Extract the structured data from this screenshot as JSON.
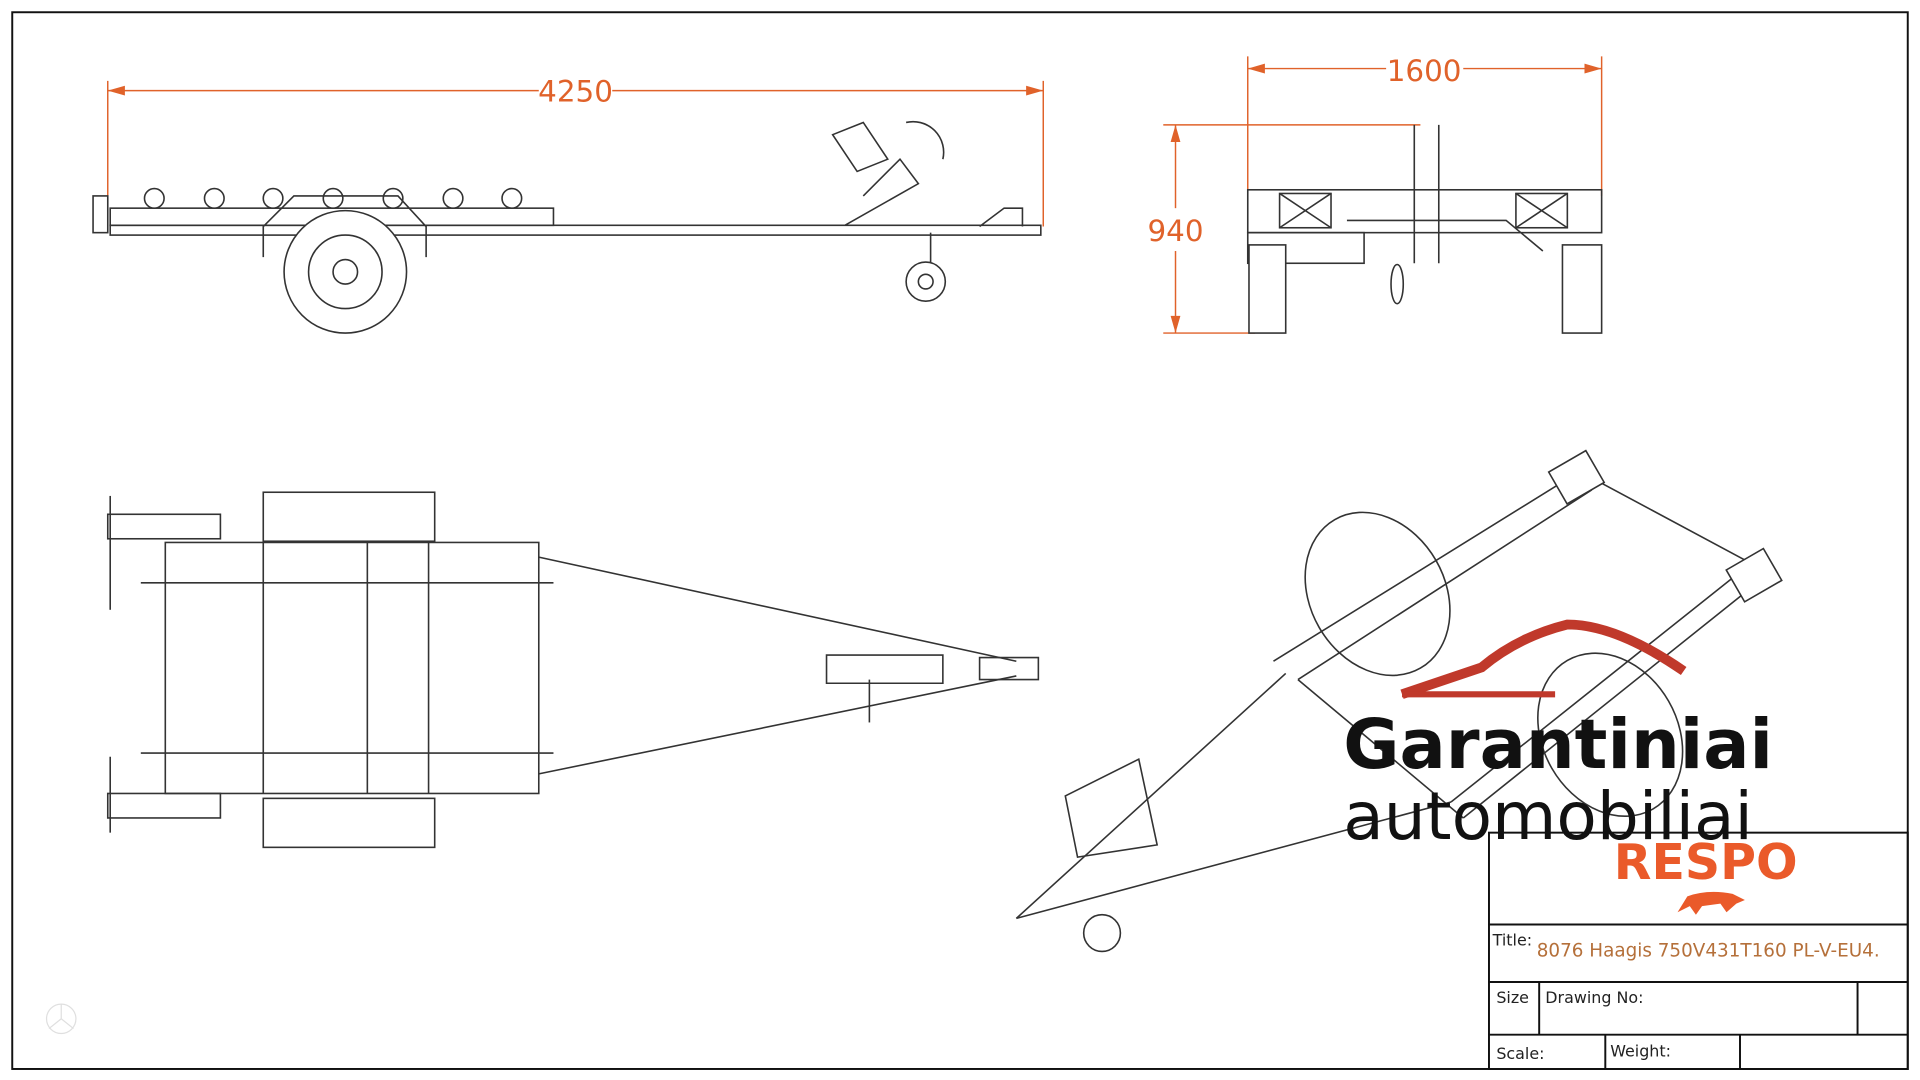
{
  "drawing": {
    "dimensions": {
      "length": "4250",
      "width": "1600",
      "height": "940"
    },
    "views": [
      "side-view",
      "front-view",
      "top-view",
      "isometric-view"
    ]
  },
  "watermark": {
    "line1": "Garantiniai",
    "line2": "automobiliai",
    "roof_color": "#c0392b"
  },
  "title_block": {
    "brand": "RESPO",
    "brand_color": "#ea5a2a",
    "title_label": "Title:",
    "title_value": "8076 Haagis 750V431T160 PL-V-EU4.",
    "size_label": "Size",
    "drawing_no_label": "Drawing No:",
    "scale_label": "Scale:",
    "weight_label": "Weight:"
  }
}
